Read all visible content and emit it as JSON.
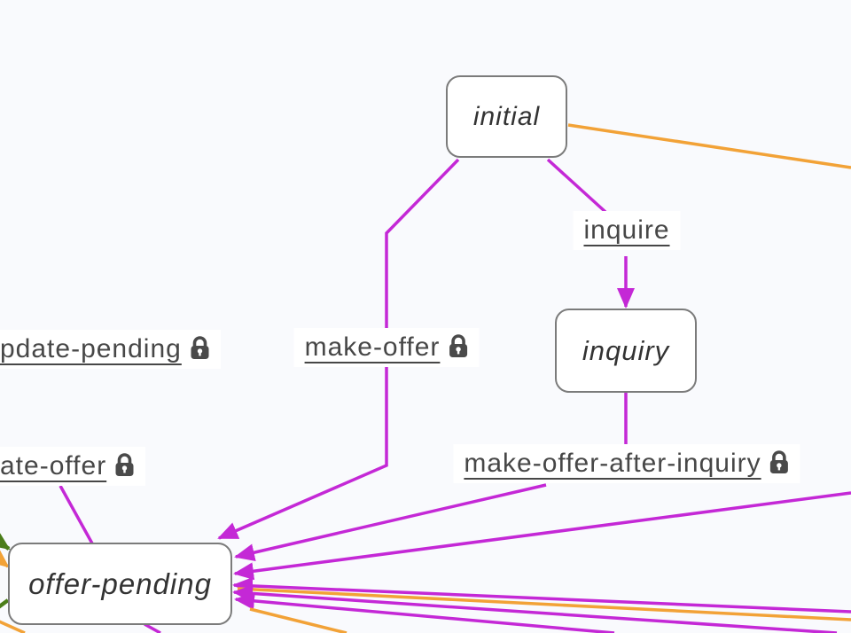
{
  "canvas": {
    "background": "#f9fafd"
  },
  "colors": {
    "edge_magenta": "#c428d6",
    "edge_orange": "#f2a237",
    "edge_green": "#4b7d19",
    "node_border": "#7b7b7b",
    "node_fill": "#ffffff",
    "node_text": "#333333",
    "label_text": "#474747",
    "label_bg": "#ffffff",
    "lock_color": "#4a4a4a"
  },
  "nodes": [
    {
      "id": "initial",
      "label": "initial"
    },
    {
      "id": "inquiry",
      "label": "inquiry"
    },
    {
      "id": "offer_pending",
      "label": "offer-pending"
    }
  ],
  "transitions": [
    {
      "id": "inquire",
      "label": "inquire",
      "locked": false
    },
    {
      "id": "update_pending",
      "label": "pdate-pending",
      "locked": true
    },
    {
      "id": "make_offer",
      "label": "make-offer",
      "locked": true
    },
    {
      "id": "update_offer",
      "label": "ate-offer",
      "locked": true
    },
    {
      "id": "make_offer_after_inquiry",
      "label": "make-offer-after-inquiry",
      "locked": true
    }
  ]
}
